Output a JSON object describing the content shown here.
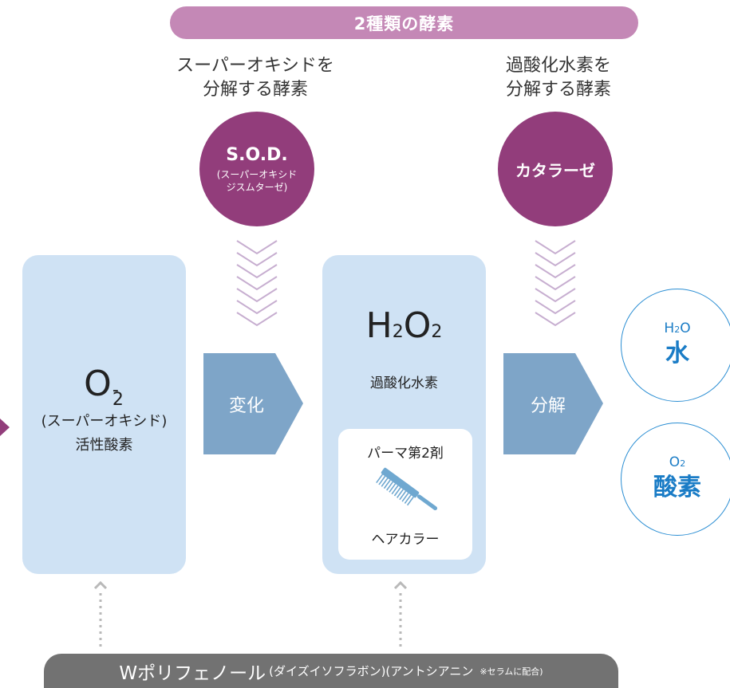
{
  "banner_top": "2種類の酵素",
  "enzyme_sod": {
    "heading_line1": "スーパーオキシドを",
    "heading_line2": "分解する酵素",
    "name": "S.O.D.",
    "sub_line1": "(スーパーオキシド",
    "sub_line2": "ジスムターゼ)"
  },
  "enzyme_catalase": {
    "heading_line1": "過酸化水素を",
    "heading_line2": "分解する酵素",
    "name": "カタラーゼ"
  },
  "box_superoxide": {
    "formula_main": "O",
    "formula_sup": "-",
    "formula_sub": "2",
    "line1": "(スーパーオキシド)",
    "line2": "活性酸素"
  },
  "arrow_change": "変化",
  "box_peroxide": {
    "formula": {
      "h": "H",
      "sub1": "2",
      "o": "O",
      "sub2": "2"
    },
    "name": "過酸化水素",
    "inner_top": "パーマ第2剤",
    "inner_bottom": "ヘアカラー"
  },
  "arrow_decompose": "分解",
  "result_water": {
    "formula": {
      "h": "H",
      "sub": "2",
      "o": "O"
    },
    "name": "水"
  },
  "result_oxygen": {
    "formula": {
      "o": "O",
      "sub": "2"
    },
    "name": "酸素"
  },
  "banner_bottom": {
    "main": "Wポリフェノール",
    "detail": "(ダイズイソフラボン)(アントシアニン",
    "note": "※セラムに配合)"
  },
  "colors": {
    "banner_top": "#c488b6",
    "enzyme_circle": "#923d7b",
    "panel": "#cfe2f4",
    "arrow_box": "#7ea5c8",
    "chevron": "#c7aed0",
    "result_text": "#1a7cc6",
    "banner_bottom": "#727272",
    "left_arrow": "#923d7b"
  },
  "icons": [
    "chevron-down-icon",
    "dotted-up-arrow-icon",
    "comb-icon",
    "left-arrow-icon"
  ]
}
